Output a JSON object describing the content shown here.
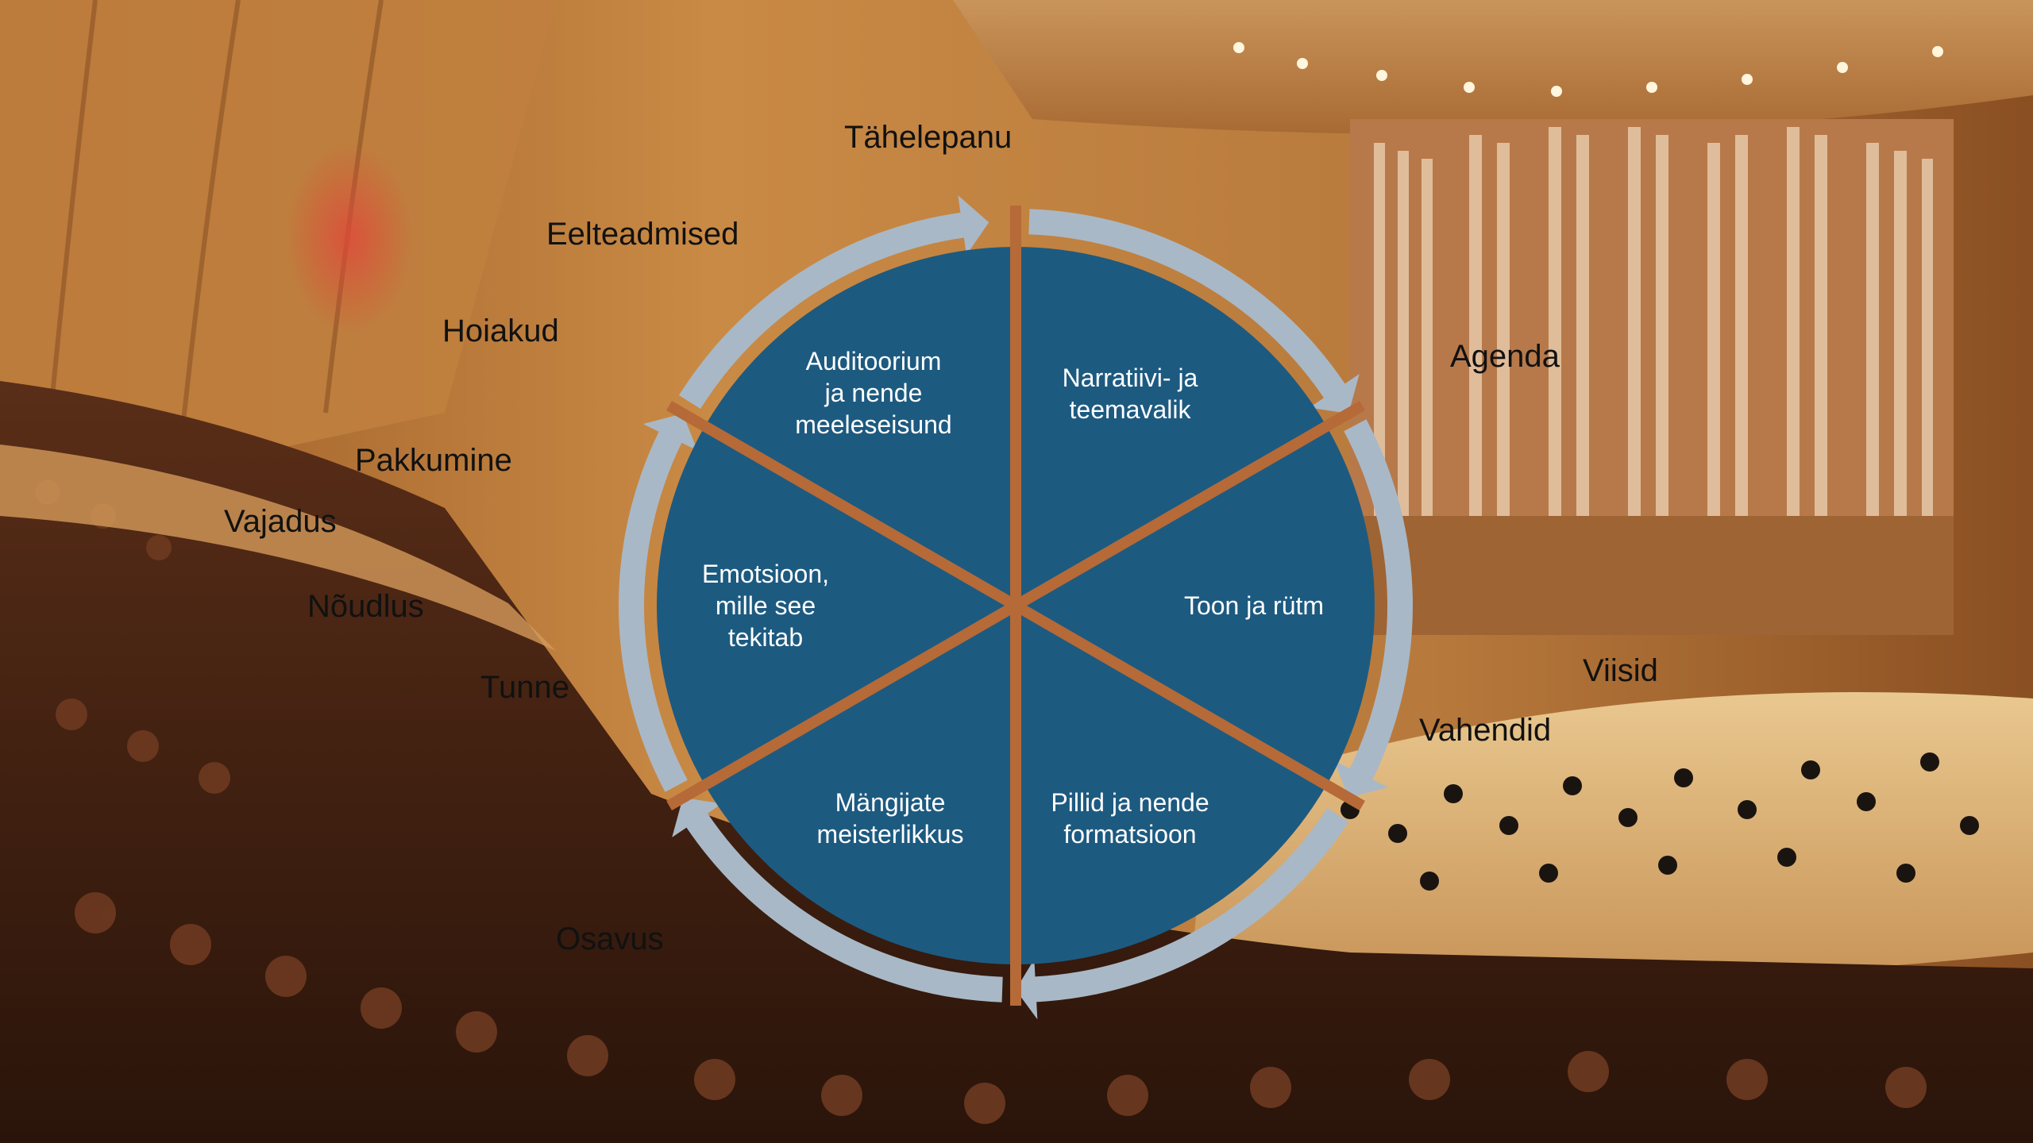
{
  "diagram": {
    "segments": [
      {
        "id": "top-left",
        "text": "Auditoorium\nja nende\nmeeleseisund"
      },
      {
        "id": "top-right",
        "text": "Narratiivi- ja\nteemavalik"
      },
      {
        "id": "right",
        "text": "Toon ja rütm"
      },
      {
        "id": "bottom-right",
        "text": "Pillid ja nende\nformatsioon"
      },
      {
        "id": "bottom-left",
        "text": "Mängijate\nmeisterlikkus"
      },
      {
        "id": "left",
        "text": "Emotsioon,\nmille see\ntekitab"
      }
    ],
    "outer_labels": [
      {
        "id": "tahelepanu",
        "text": "Tähelepanu"
      },
      {
        "id": "eelteadmised",
        "text": "Eelteadmised"
      },
      {
        "id": "hoiakud",
        "text": "Hoiakud"
      },
      {
        "id": "pakkumine",
        "text": "Pakkumine"
      },
      {
        "id": "vajadus",
        "text": "Vajadus"
      },
      {
        "id": "noudlus",
        "text": "Nõudlus"
      },
      {
        "id": "tunne",
        "text": "Tunne"
      },
      {
        "id": "oskus",
        "text": "Osavus"
      },
      {
        "id": "agenda",
        "text": "Agenda"
      },
      {
        "id": "viisid",
        "text": "Viisid"
      },
      {
        "id": "vahendid",
        "text": "Vahendid"
      }
    ]
  },
  "colors": {
    "segment_fill": "#1d5a80",
    "ring": "#a9b8c6",
    "divider": "#b56a38",
    "label": "#111111"
  }
}
